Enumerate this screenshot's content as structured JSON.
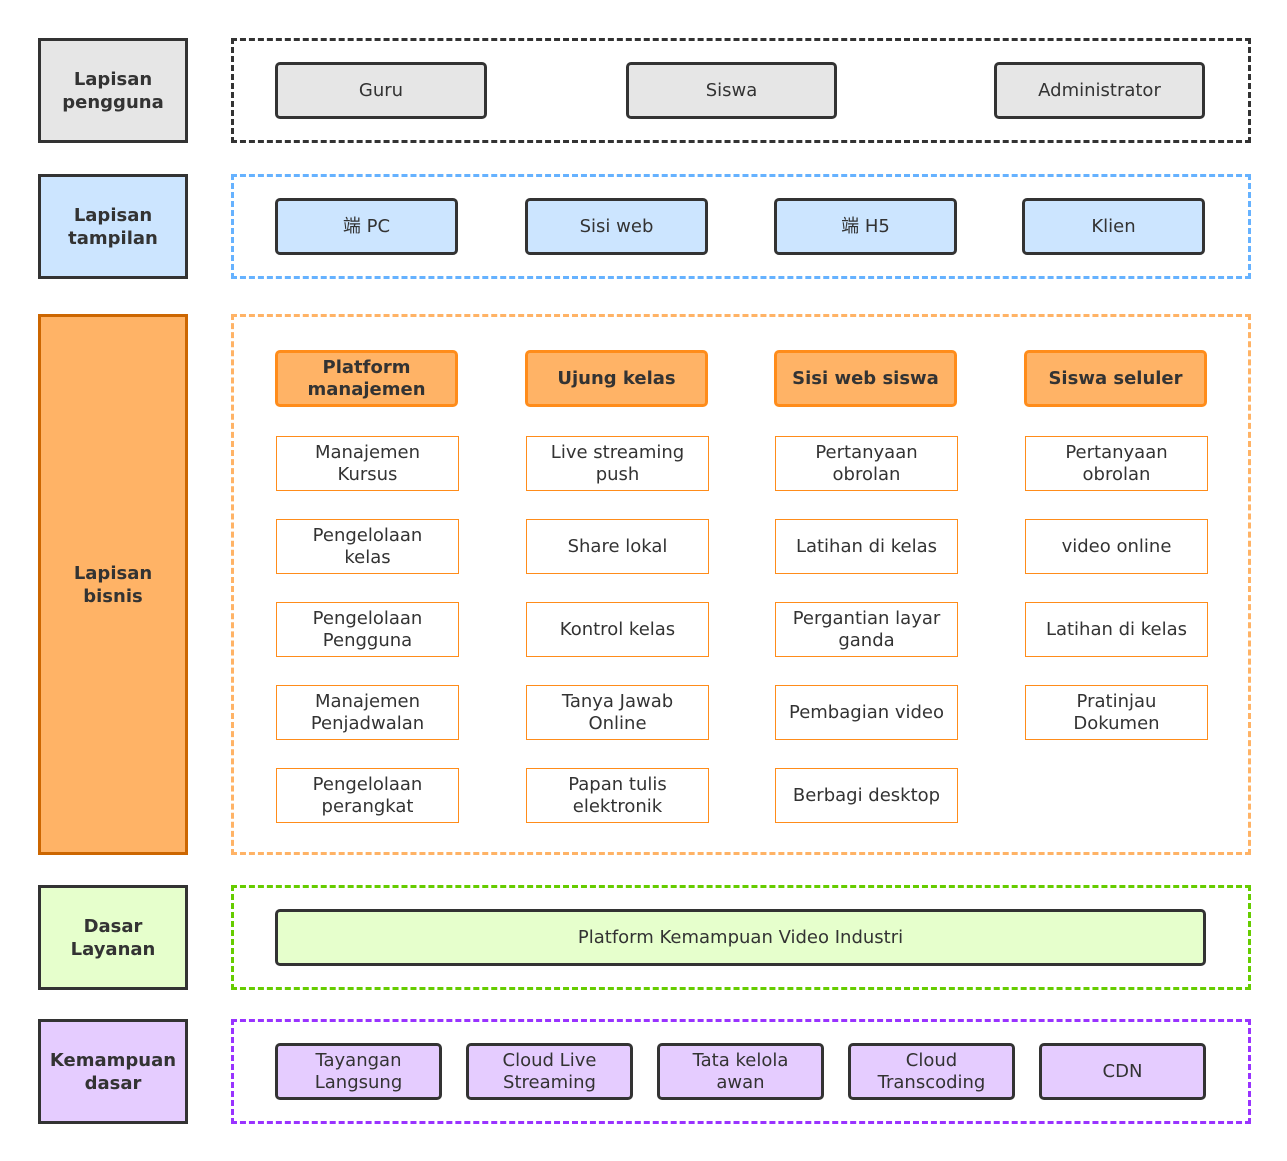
{
  "layers": {
    "user": {
      "label": "Lapisan\npengguna",
      "items": [
        "Guru",
        "Siswa",
        "Administrator"
      ]
    },
    "presentation": {
      "label": "Lapisan\ntampilan",
      "items": [
        "端 PC",
        "Sisi web",
        "端 H5",
        "Klien"
      ]
    },
    "business": {
      "label": "Lapisan\nbisnis",
      "columns": [
        {
          "header": "Platform\nmanajemen",
          "items": [
            "Manajemen\nKursus",
            "Pengelolaan\nkelas",
            "Pengelolaan\nPengguna",
            "Manajemen\nPenjadwalan",
            "Pengelolaan\nperangkat"
          ]
        },
        {
          "header": "Ujung kelas",
          "items": [
            "Live streaming\npush",
            "Share lokal",
            "Kontrol kelas",
            "Tanya Jawab\nOnline",
            "Papan tulis\nelektronik"
          ]
        },
        {
          "header": "Sisi web siswa",
          "items": [
            "Pertanyaan\nobrolan",
            "Latihan di kelas",
            "Pergantian layar\nganda",
            "Pembagian video",
            "Berbagi desktop"
          ]
        },
        {
          "header": "Siswa seluler",
          "items": [
            "Pertanyaan\nobrolan",
            "video online",
            "Latihan di kelas",
            "Pratinjau\nDokumen"
          ]
        }
      ]
    },
    "service": {
      "label": "Dasar\nLayanan",
      "items": [
        "Platform Kemampuan Video Industri"
      ]
    },
    "base": {
      "label": "Kemampuan\ndasar",
      "items": [
        "Tayangan\nLangsung",
        "Cloud Live\nStreaming",
        "Tata kelola\nawan",
        "Cloud\nTranscoding",
        "CDN"
      ]
    }
  },
  "colors": {
    "user_fill": "#e6e6e6",
    "user_border": "#333333",
    "presentation_fill": "#cce5ff",
    "presentation_border": "#66b2ff",
    "business_fill": "#ffb366",
    "business_border": "#ffb366",
    "business_header_border": "#ff8c1a",
    "business_label_border": "#cc6600",
    "service_fill": "#e6ffcc",
    "service_border": "#66cc00",
    "base_fill": "#e5ccff",
    "base_border": "#9933ff"
  }
}
